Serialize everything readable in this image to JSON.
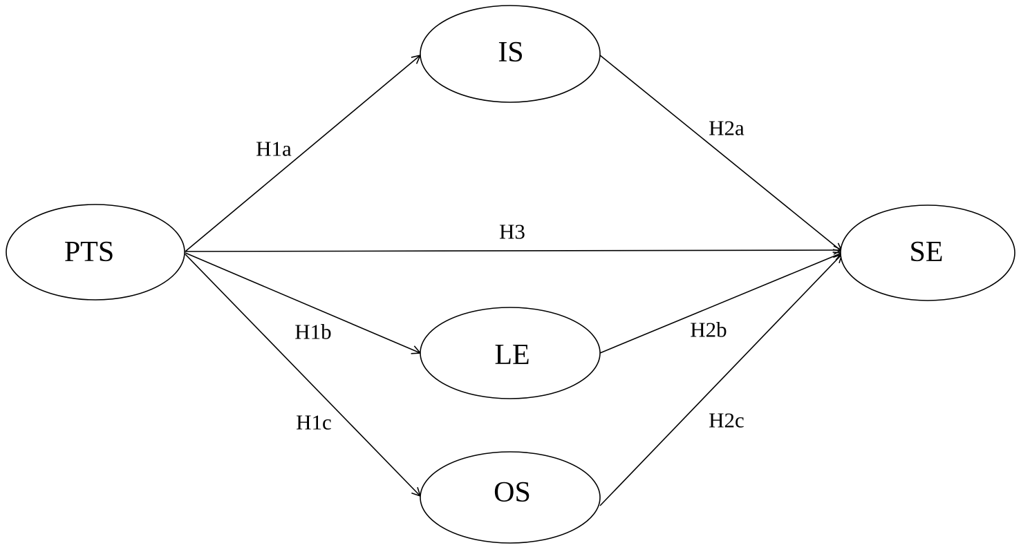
{
  "nodes": {
    "pts": {
      "label": "PTS"
    },
    "is": {
      "label": "IS"
    },
    "le": {
      "label": "LE"
    },
    "os": {
      "label": "OS"
    },
    "se": {
      "label": "SE"
    }
  },
  "edges": [
    {
      "from": "pts",
      "to": "is",
      "label": "H1a"
    },
    {
      "from": "pts",
      "to": "le",
      "label": "H1b"
    },
    {
      "from": "pts",
      "to": "os",
      "label": "H1c"
    },
    {
      "from": "is",
      "to": "se",
      "label": "H2a"
    },
    {
      "from": "le",
      "to": "se",
      "label": "H2b"
    },
    {
      "from": "os",
      "to": "se",
      "label": "H2c"
    },
    {
      "from": "pts",
      "to": "se",
      "label": "H3"
    }
  ],
  "colors": {
    "stroke": "#000000",
    "background": "#ffffff"
  }
}
